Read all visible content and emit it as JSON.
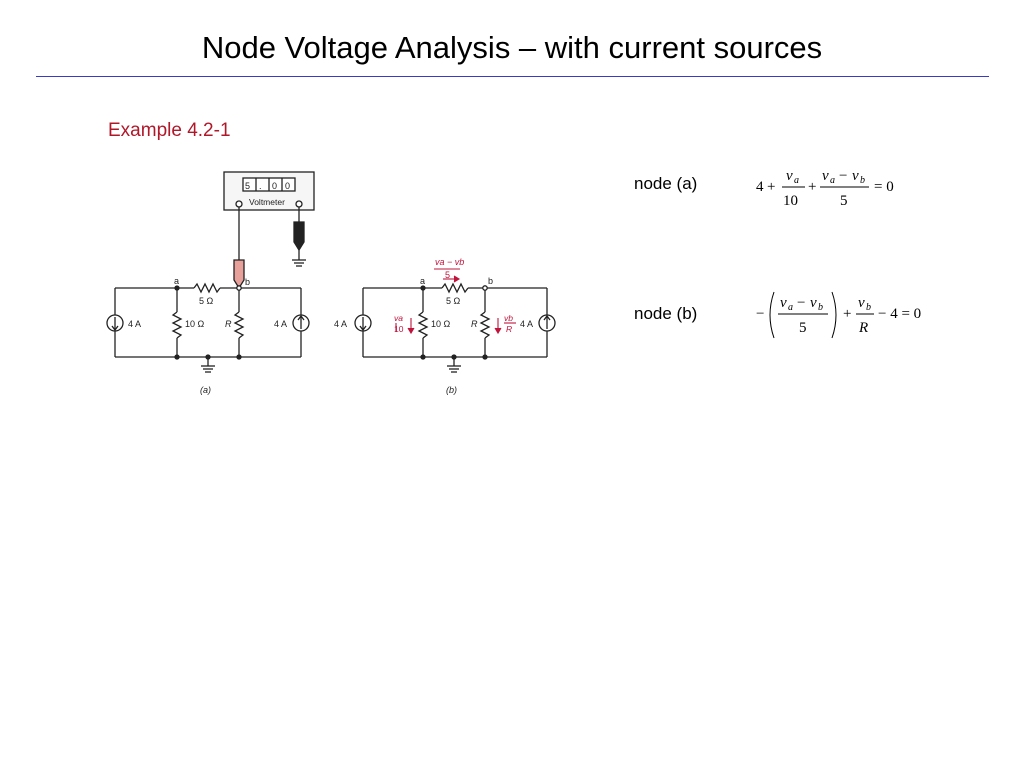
{
  "slide": {
    "title": "Node Voltage Analysis – with current sources",
    "example": "Example 4.2-1"
  },
  "colors": {
    "rule": "#3a3ac8",
    "example": "#b0182a",
    "annot": "#c0143c",
    "probe_red": "#e8a09a",
    "probe_black": "#222222"
  },
  "figure_a": {
    "meter_reading": [
      "5",
      ".",
      "0",
      "0"
    ],
    "meter_label": "Voltmeter",
    "node_a": "a",
    "node_b": "b",
    "r5": "5 Ω",
    "r10": "10 Ω",
    "r_r": "R",
    "src_left": "4 A",
    "src_right": "4 A",
    "caption": "(a)"
  },
  "figure_b": {
    "node_a": "a",
    "node_b": "b",
    "i_top_num": "va − vb",
    "i_top_den": "5",
    "r5": "5 Ω",
    "r10": "10 Ω",
    "r_r": "R",
    "i10_num": "va",
    "i10_den": "10",
    "ir_num": "vb",
    "ir_den": "R",
    "src_left": "4 A",
    "src_right": "4 A",
    "caption": "(b)"
  },
  "equations": {
    "node_a_label": "node (a)",
    "node_b_label": "node (b)",
    "a": {
      "lead": "4",
      "plus": "+",
      "f1_num_v": "v",
      "f1_num_sub": "a",
      "f1_den": "10",
      "f2_num_v1": "v",
      "f2_num_sub1": "a",
      "f2_minus": "−",
      "f2_num_v2": "v",
      "f2_num_sub2": "b",
      "f2_den": "5",
      "rhs": "= 0"
    },
    "b": {
      "lead": "−",
      "f1_num_v1": "v",
      "f1_num_sub1": "a",
      "f1_minus": "−",
      "f1_num_v2": "v",
      "f1_num_sub2": "b",
      "f1_den": "5",
      "plus": "+",
      "f2_num_v": "v",
      "f2_num_sub": "b",
      "f2_den": "R",
      "tail": "− 4 = 0"
    }
  }
}
